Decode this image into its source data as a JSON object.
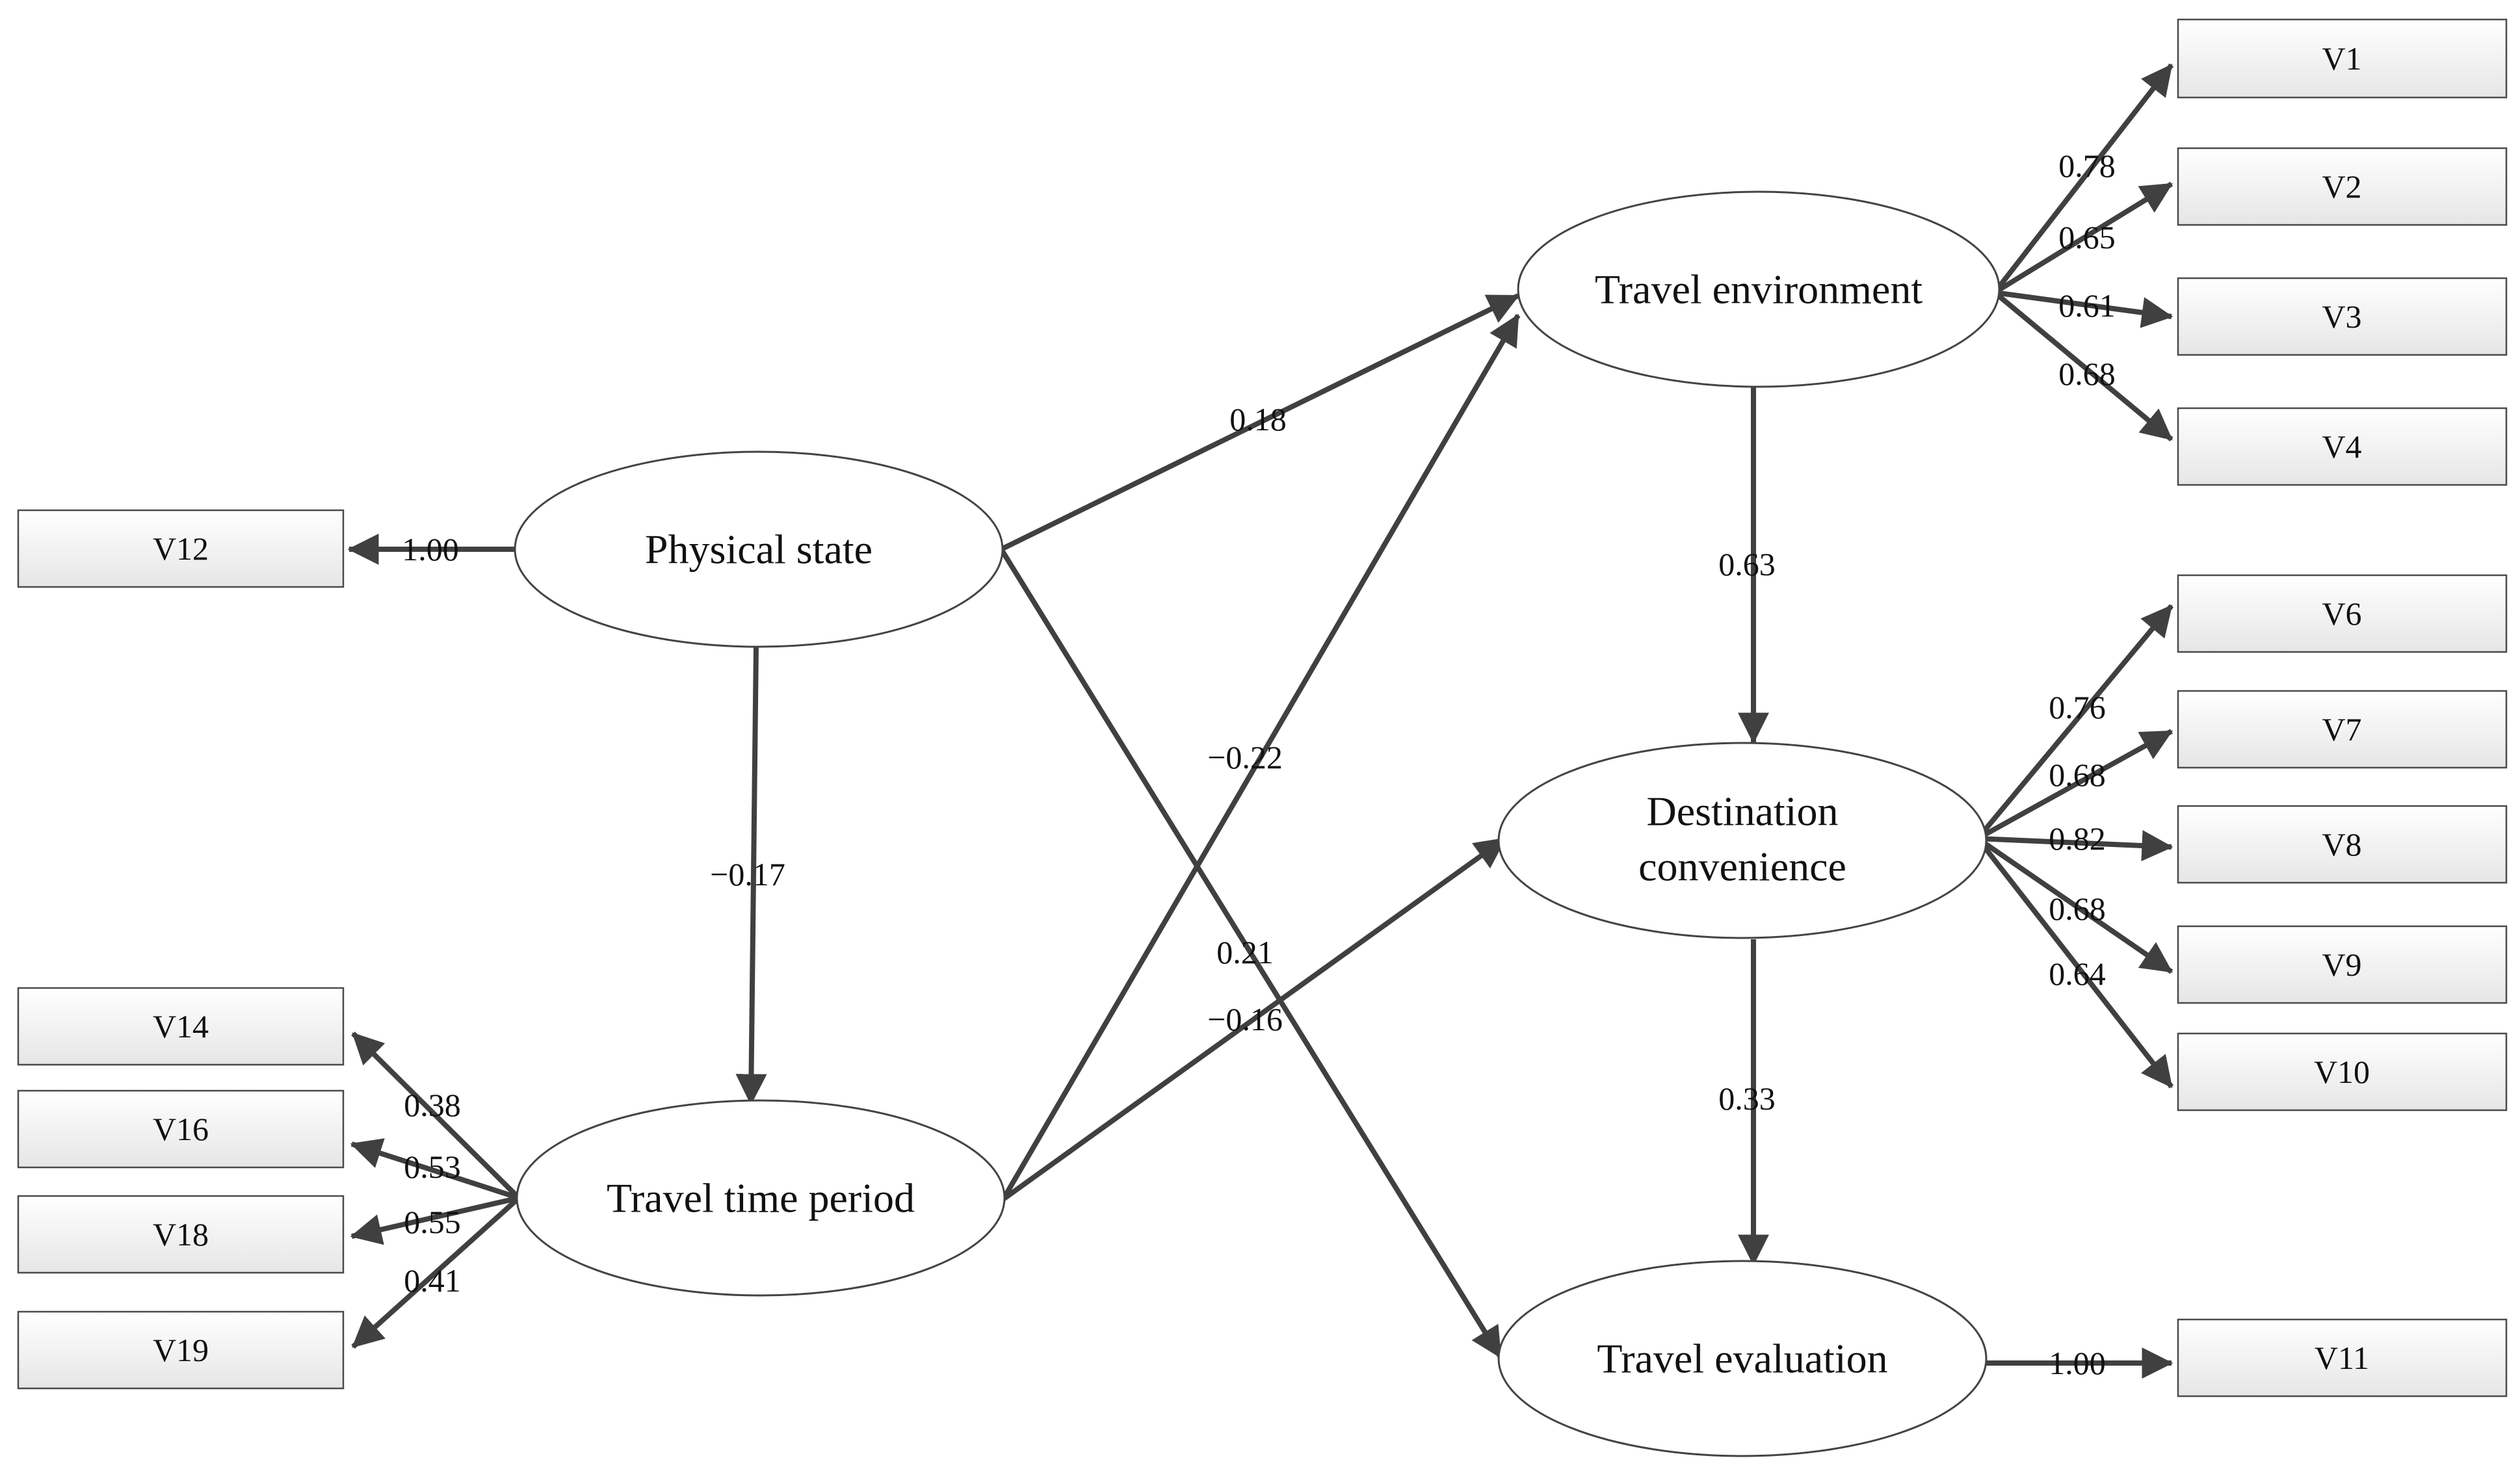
{
  "latent": {
    "physical_state": [
      "Physical state"
    ],
    "travel_time_period": [
      "Travel time period"
    ],
    "travel_environment": [
      "Travel environment"
    ],
    "destination_convenience": [
      "Destination",
      "convenience"
    ],
    "travel_evaluation": [
      "Travel evaluation"
    ]
  },
  "indicators": {
    "v1": "V1",
    "v2": "V2",
    "v3": "V3",
    "v4": "V4",
    "v6": "V6",
    "v7": "V7",
    "v8": "V8",
    "v9": "V9",
    "v10": "V10",
    "v11": "V11",
    "v12": "V12",
    "v14": "V14",
    "v16": "V16",
    "v18": "V18",
    "v19": "V19"
  },
  "paths": {
    "physical_state_to_travel_environment": "0.18",
    "physical_state_to_travel_time_period": "−0.17",
    "physical_state_to_travel_evaluation": "0.21",
    "travel_time_period_to_travel_environment": "−0.22",
    "travel_time_period_to_destination_convenience": "−0.16",
    "travel_environment_to_destination_convenience": "0.63",
    "destination_convenience_to_travel_evaluation": "0.33"
  },
  "loadings": {
    "physical_state_v12": "1.00",
    "travel_evaluation_v11": "1.00",
    "travel_environment_v1": "0.78",
    "travel_environment_v2": "0.65",
    "travel_environment_v3": "0.61",
    "travel_environment_v4": "0.68",
    "destination_convenience_v6": "0.76",
    "destination_convenience_v7": "0.68",
    "destination_convenience_v8": "0.82",
    "destination_convenience_v9": "0.68",
    "destination_convenience_v10": "0.64",
    "travel_time_period_v14": "0.38",
    "travel_time_period_v16": "0.53",
    "travel_time_period_v18": "0.55",
    "travel_time_period_v19": "0.41"
  }
}
